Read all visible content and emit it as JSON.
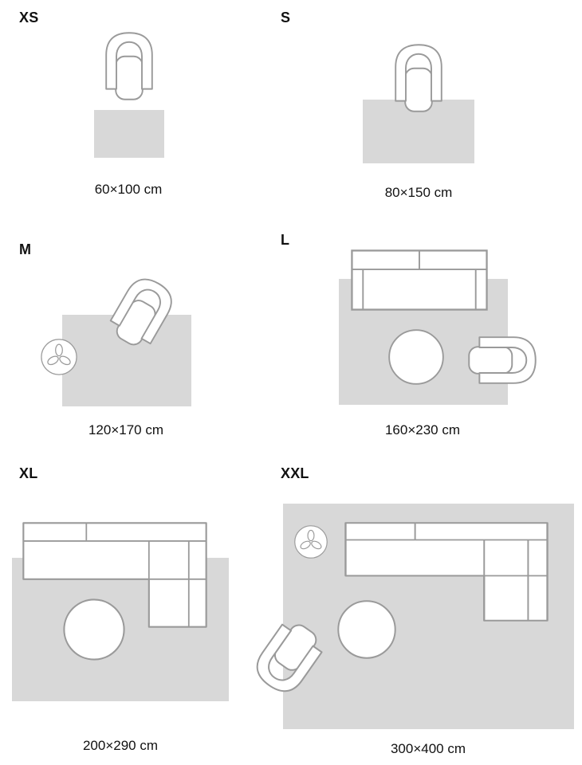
{
  "page": {
    "background": "#ffffff",
    "type": "rug-size-guide-diagram"
  },
  "colors": {
    "rug_fill": "#d8d8d8",
    "furniture_outline": "#9a9a9a",
    "furniture_fill": "#ffffff",
    "text": "#111111"
  },
  "guide": {
    "sizes": [
      {
        "id": "xs",
        "label": "XS",
        "dimension": "60×100 cm",
        "furniture": [
          "armchair"
        ]
      },
      {
        "id": "s",
        "label": "S",
        "dimension": "80×150 cm",
        "furniture": [
          "armchair"
        ]
      },
      {
        "id": "m",
        "label": "M",
        "dimension": "120×170 cm",
        "furniture": [
          "armchair",
          "plant"
        ]
      },
      {
        "id": "l",
        "label": "L",
        "dimension": "160×230 cm",
        "furniture": [
          "sofa",
          "coffee-table",
          "armchair"
        ]
      },
      {
        "id": "xl",
        "label": "XL",
        "dimension": "200×290 cm",
        "furniture": [
          "sectional-sofa",
          "coffee-table"
        ]
      },
      {
        "id": "xxl",
        "label": "XXL",
        "dimension": "300×400 cm",
        "furniture": [
          "plant",
          "sectional-sofa",
          "coffee-table",
          "armchair"
        ]
      }
    ]
  }
}
